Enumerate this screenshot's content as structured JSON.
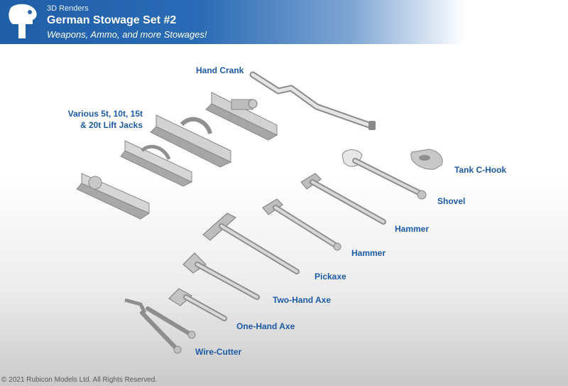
{
  "header": {
    "kicker": "3D Renders",
    "title": "German Stowage Set #2",
    "subtitle": "Weapons, Ammo, and more Stowages!"
  },
  "labels": {
    "hand_crank": "Hand Crank",
    "lift_jacks_line1": "Various 5t, 10t, 15t",
    "lift_jacks_line2": "& 20t Lift Jacks",
    "tank_c_hook": "Tank C-Hook",
    "shovel": "Shovel",
    "hammer_1": "Hammer",
    "hammer_2": "Hammer",
    "pickaxe": "Pickaxe",
    "two_hand_axe": "Two-Hand Axe",
    "one_hand_axe": "One-Hand Axe",
    "wire_cutter": "Wire-Cutter"
  },
  "footer": {
    "copyright": "© 2021 Rubicon Models Ltd. All Rights Reserved."
  },
  "colors": {
    "header_blue": "#1f5fa8",
    "label_blue": "#1d5aa6",
    "part_gray": "#b9b9b9"
  }
}
